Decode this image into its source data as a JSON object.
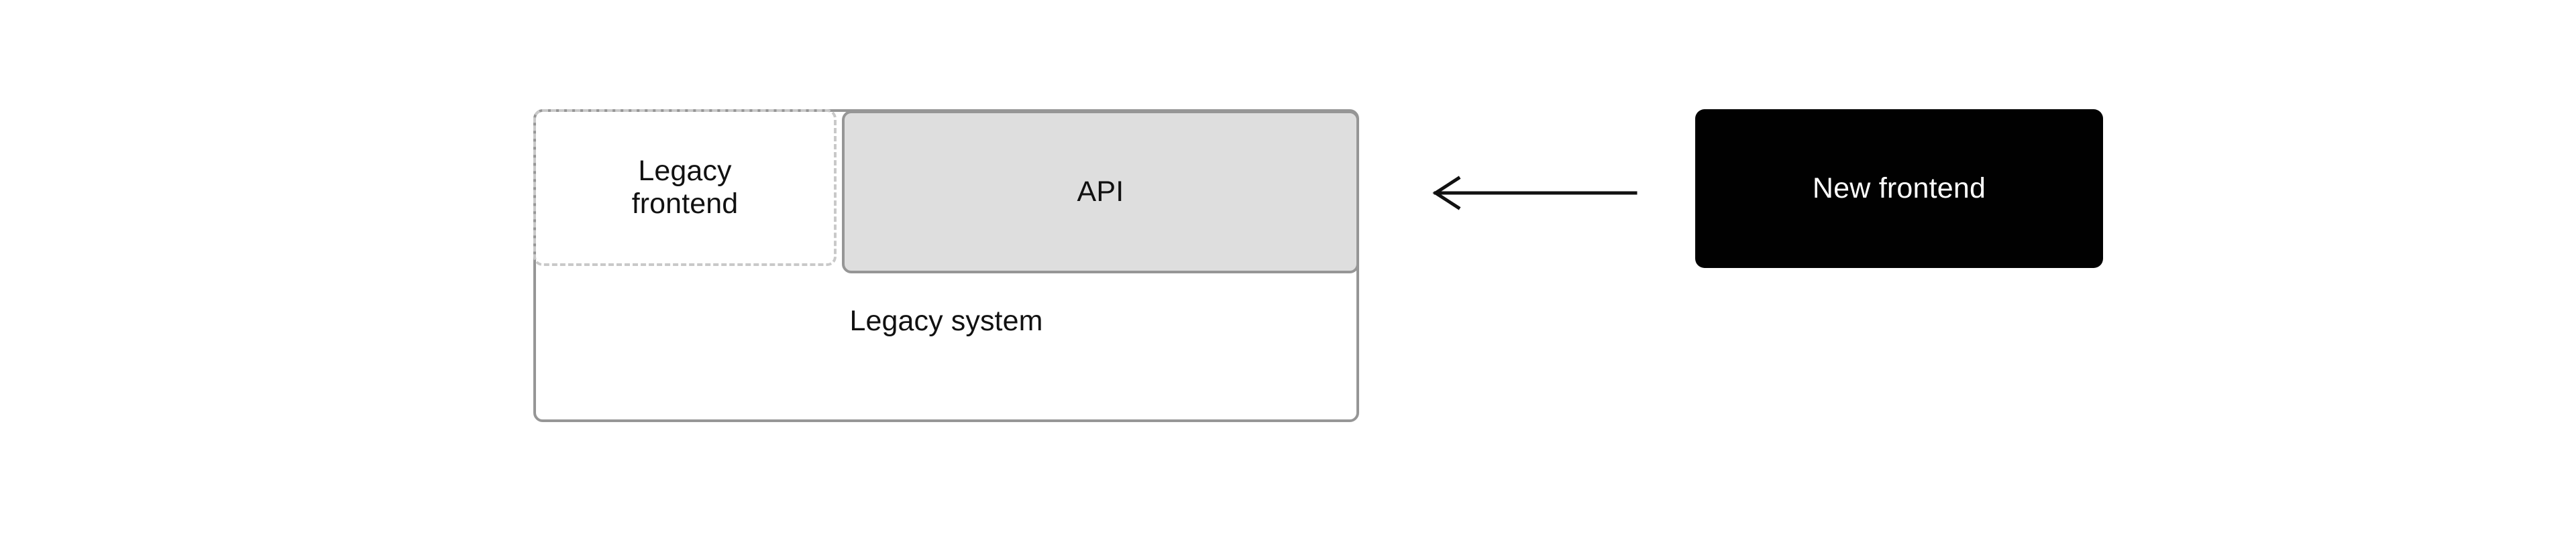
{
  "diagram": {
    "title": "Legacy system with API and new frontend",
    "type": "architecture-diagram",
    "background_color": "#ffffff",
    "nodes": {
      "legacy_system": {
        "label": "Legacy system",
        "border_color": "#969696",
        "border_style": "solid",
        "fill_color": "#ffffff",
        "text_color": "#111111"
      },
      "legacy_frontend": {
        "label": "Legacy\nfrontend",
        "line1": "Legacy",
        "line2": "frontend",
        "border_color": "#c9c9c9",
        "border_style": "dashed",
        "fill_color": "transparent",
        "text_color": "#111111"
      },
      "api": {
        "label": "API",
        "border_color": "#969696",
        "border_style": "solid",
        "fill_color": "#dedede",
        "text_color": "#111111"
      },
      "new_frontend": {
        "label": "New frontend",
        "border_color": "#010101",
        "fill_color": "#010101",
        "text_color": "#ffffff"
      }
    },
    "connectors": [
      {
        "name": "new-frontend-to-api-arrow",
        "from": "new_frontend",
        "to": "api",
        "direction": "left",
        "arrowhead": "open",
        "color": "#111111",
        "label": ""
      }
    ]
  }
}
